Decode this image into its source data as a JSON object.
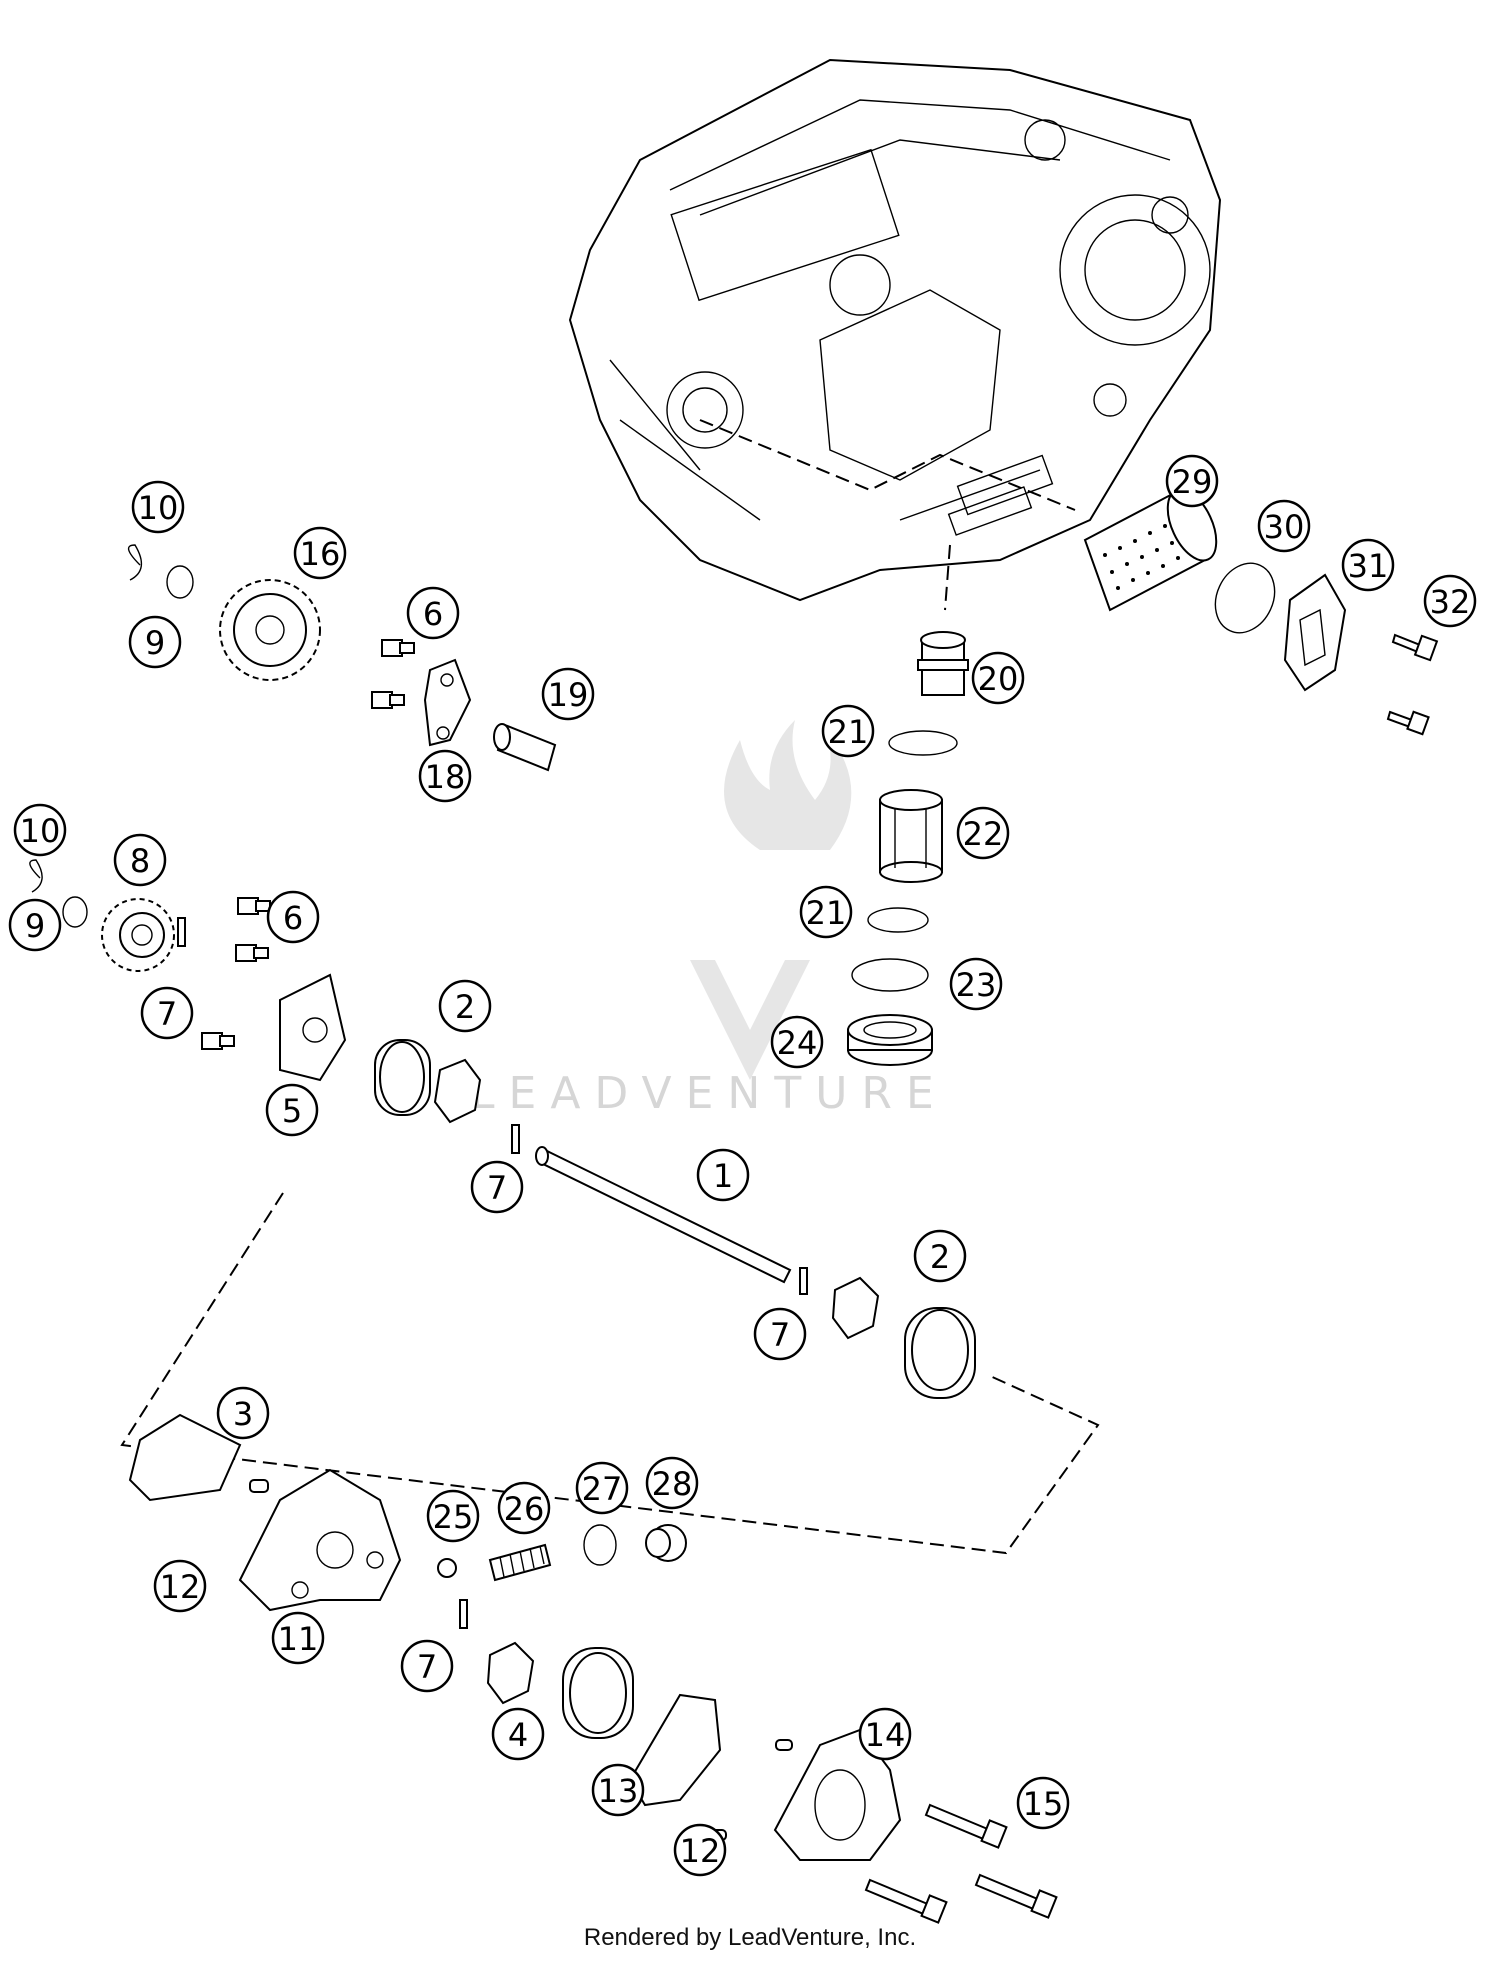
{
  "watermark": "LEADVENTURE",
  "footer": "Rendered by LeadVenture, Inc.",
  "callouts": [
    {
      "id": "c1",
      "label": "1"
    },
    {
      "id": "c2a",
      "label": "2"
    },
    {
      "id": "c2b",
      "label": "2"
    },
    {
      "id": "c3",
      "label": "3"
    },
    {
      "id": "c4",
      "label": "4"
    },
    {
      "id": "c5",
      "label": "5"
    },
    {
      "id": "c6a",
      "label": "6"
    },
    {
      "id": "c6b",
      "label": "6"
    },
    {
      "id": "c7a",
      "label": "7"
    },
    {
      "id": "c7b",
      "label": "7"
    },
    {
      "id": "c7c",
      "label": "7"
    },
    {
      "id": "c7d",
      "label": "7"
    },
    {
      "id": "c8",
      "label": "8"
    },
    {
      "id": "c9a",
      "label": "9"
    },
    {
      "id": "c9b",
      "label": "9"
    },
    {
      "id": "c10a",
      "label": "10"
    },
    {
      "id": "c10b",
      "label": "10"
    },
    {
      "id": "c11",
      "label": "11"
    },
    {
      "id": "c12a",
      "label": "12"
    },
    {
      "id": "c12b",
      "label": "12"
    },
    {
      "id": "c13",
      "label": "13"
    },
    {
      "id": "c14",
      "label": "14"
    },
    {
      "id": "c15",
      "label": "15"
    },
    {
      "id": "c16",
      "label": "16"
    },
    {
      "id": "c18",
      "label": "18"
    },
    {
      "id": "c19",
      "label": "19"
    },
    {
      "id": "c20",
      "label": "20"
    },
    {
      "id": "c21a",
      "label": "21"
    },
    {
      "id": "c21b",
      "label": "21"
    },
    {
      "id": "c22",
      "label": "22"
    },
    {
      "id": "c23",
      "label": "23"
    },
    {
      "id": "c24",
      "label": "24"
    },
    {
      "id": "c25",
      "label": "25"
    },
    {
      "id": "c26",
      "label": "26"
    },
    {
      "id": "c27",
      "label": "27"
    },
    {
      "id": "c28",
      "label": "28"
    },
    {
      "id": "c29",
      "label": "29"
    },
    {
      "id": "c30",
      "label": "30"
    },
    {
      "id": "c31",
      "label": "31"
    },
    {
      "id": "c32",
      "label": "32"
    }
  ]
}
